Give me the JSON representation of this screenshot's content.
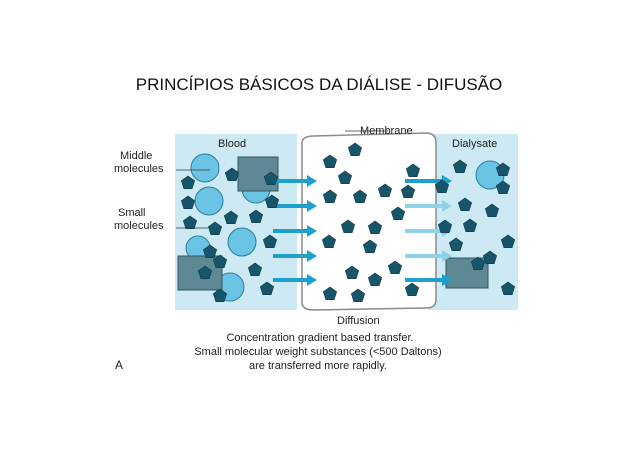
{
  "slide": {
    "title": "PRINCÍPIOS BÁSICOS DA DIÁLISE - DIFUSÃO"
  },
  "diagram": {
    "labels": {
      "blood": "Blood",
      "dialysate": "Dialysate",
      "membrane": "Membrane",
      "middle_molecules": [
        "Middle",
        "molecules"
      ],
      "small_molecules": [
        "Small",
        "molecules"
      ],
      "diffusion": "Diffusion",
      "panel": "A"
    },
    "caption": [
      "Concentration gradient based transfer.",
      "Small molecular weight substances (<500 Daltons)",
      "are transferred more rapidly."
    ],
    "colors": {
      "compartment": "#cde9f3",
      "membrane_fill": "#ffffff",
      "membrane_stroke": "#8a8a8a",
      "arrow": "#1ea0cc",
      "arrow_light": "#8fd3ea",
      "circle_fill": "#6cc4e4",
      "square_fill": "#5e8894",
      "pentagon_fill": "#17556b"
    },
    "icons": [
      "middle-molecule-circle",
      "large-molecule-square",
      "small-molecule-pentagon",
      "diffusion-arrow"
    ]
  }
}
